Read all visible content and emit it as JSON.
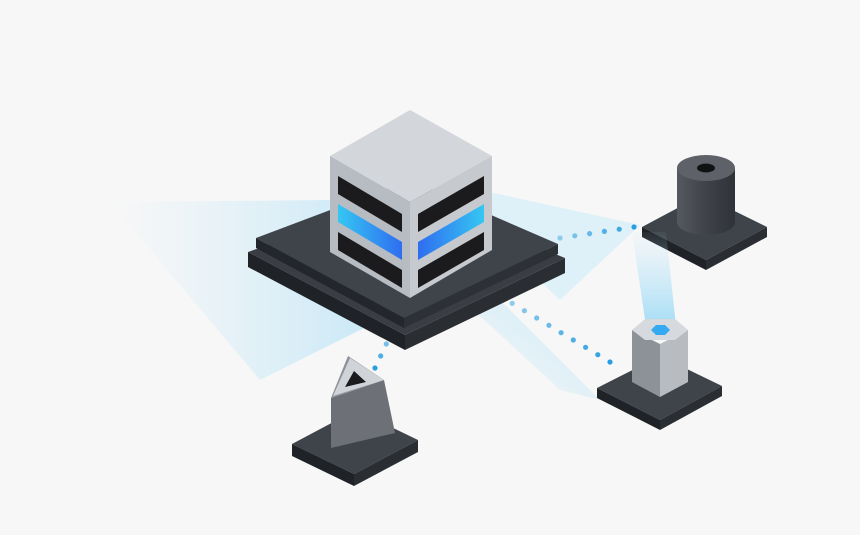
{
  "diagram": {
    "nodes": [
      {
        "id": "server",
        "kind": "server-cube",
        "icon": "server-rack-icon"
      },
      {
        "id": "cylinder",
        "kind": "cylinder-on-pad",
        "icon": "cylinder-icon"
      },
      {
        "id": "hexagon",
        "kind": "hexagonal-prism-on-pad",
        "icon": "hexagon-prism-icon"
      },
      {
        "id": "triangle",
        "kind": "triangular-prism-on-pad",
        "icon": "triangle-prism-icon"
      }
    ],
    "links": [
      {
        "from": "server",
        "to": "cylinder",
        "style": "dotted"
      },
      {
        "from": "server",
        "to": "hexagon",
        "style": "dotted"
      },
      {
        "from": "server",
        "to": "triangle",
        "style": "dotted"
      },
      {
        "from": "hexagon",
        "to": "cylinder",
        "style": "light-beam"
      }
    ]
  },
  "colors": {
    "background": "#f7f7f7",
    "pad_top": "#3f444a",
    "pad_edge": "#1f2226",
    "slab": "#2a2e33",
    "cube_top": "#d3d6db",
    "cube_left": "#b7bcc3",
    "cube_right": "#c6cace",
    "slot": "#1b1b1d",
    "accent_blue": "#2f8cf0",
    "accent_cyan": "#35c7f2",
    "dot": "#2a9fe0",
    "beam": "#8fd6f5"
  }
}
